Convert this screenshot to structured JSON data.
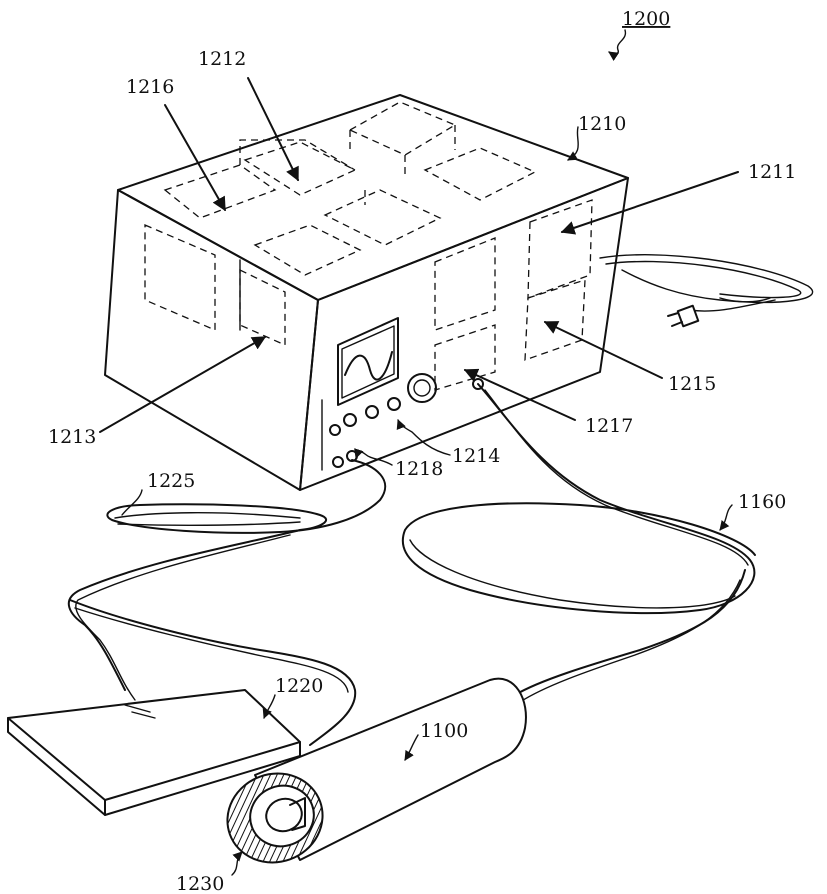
{
  "figure": {
    "labels": {
      "system": "1200",
      "box": "1210",
      "l1211": "1211",
      "l1212": "1212",
      "l1213": "1213",
      "l1214": "1214",
      "l1215": "1215",
      "l1216": "1216",
      "l1217": "1217",
      "l1218": "1218",
      "l1225": "1225",
      "l1220": "1220",
      "l1160": "1160",
      "l1100": "1100",
      "l1230": "1230"
    }
  }
}
